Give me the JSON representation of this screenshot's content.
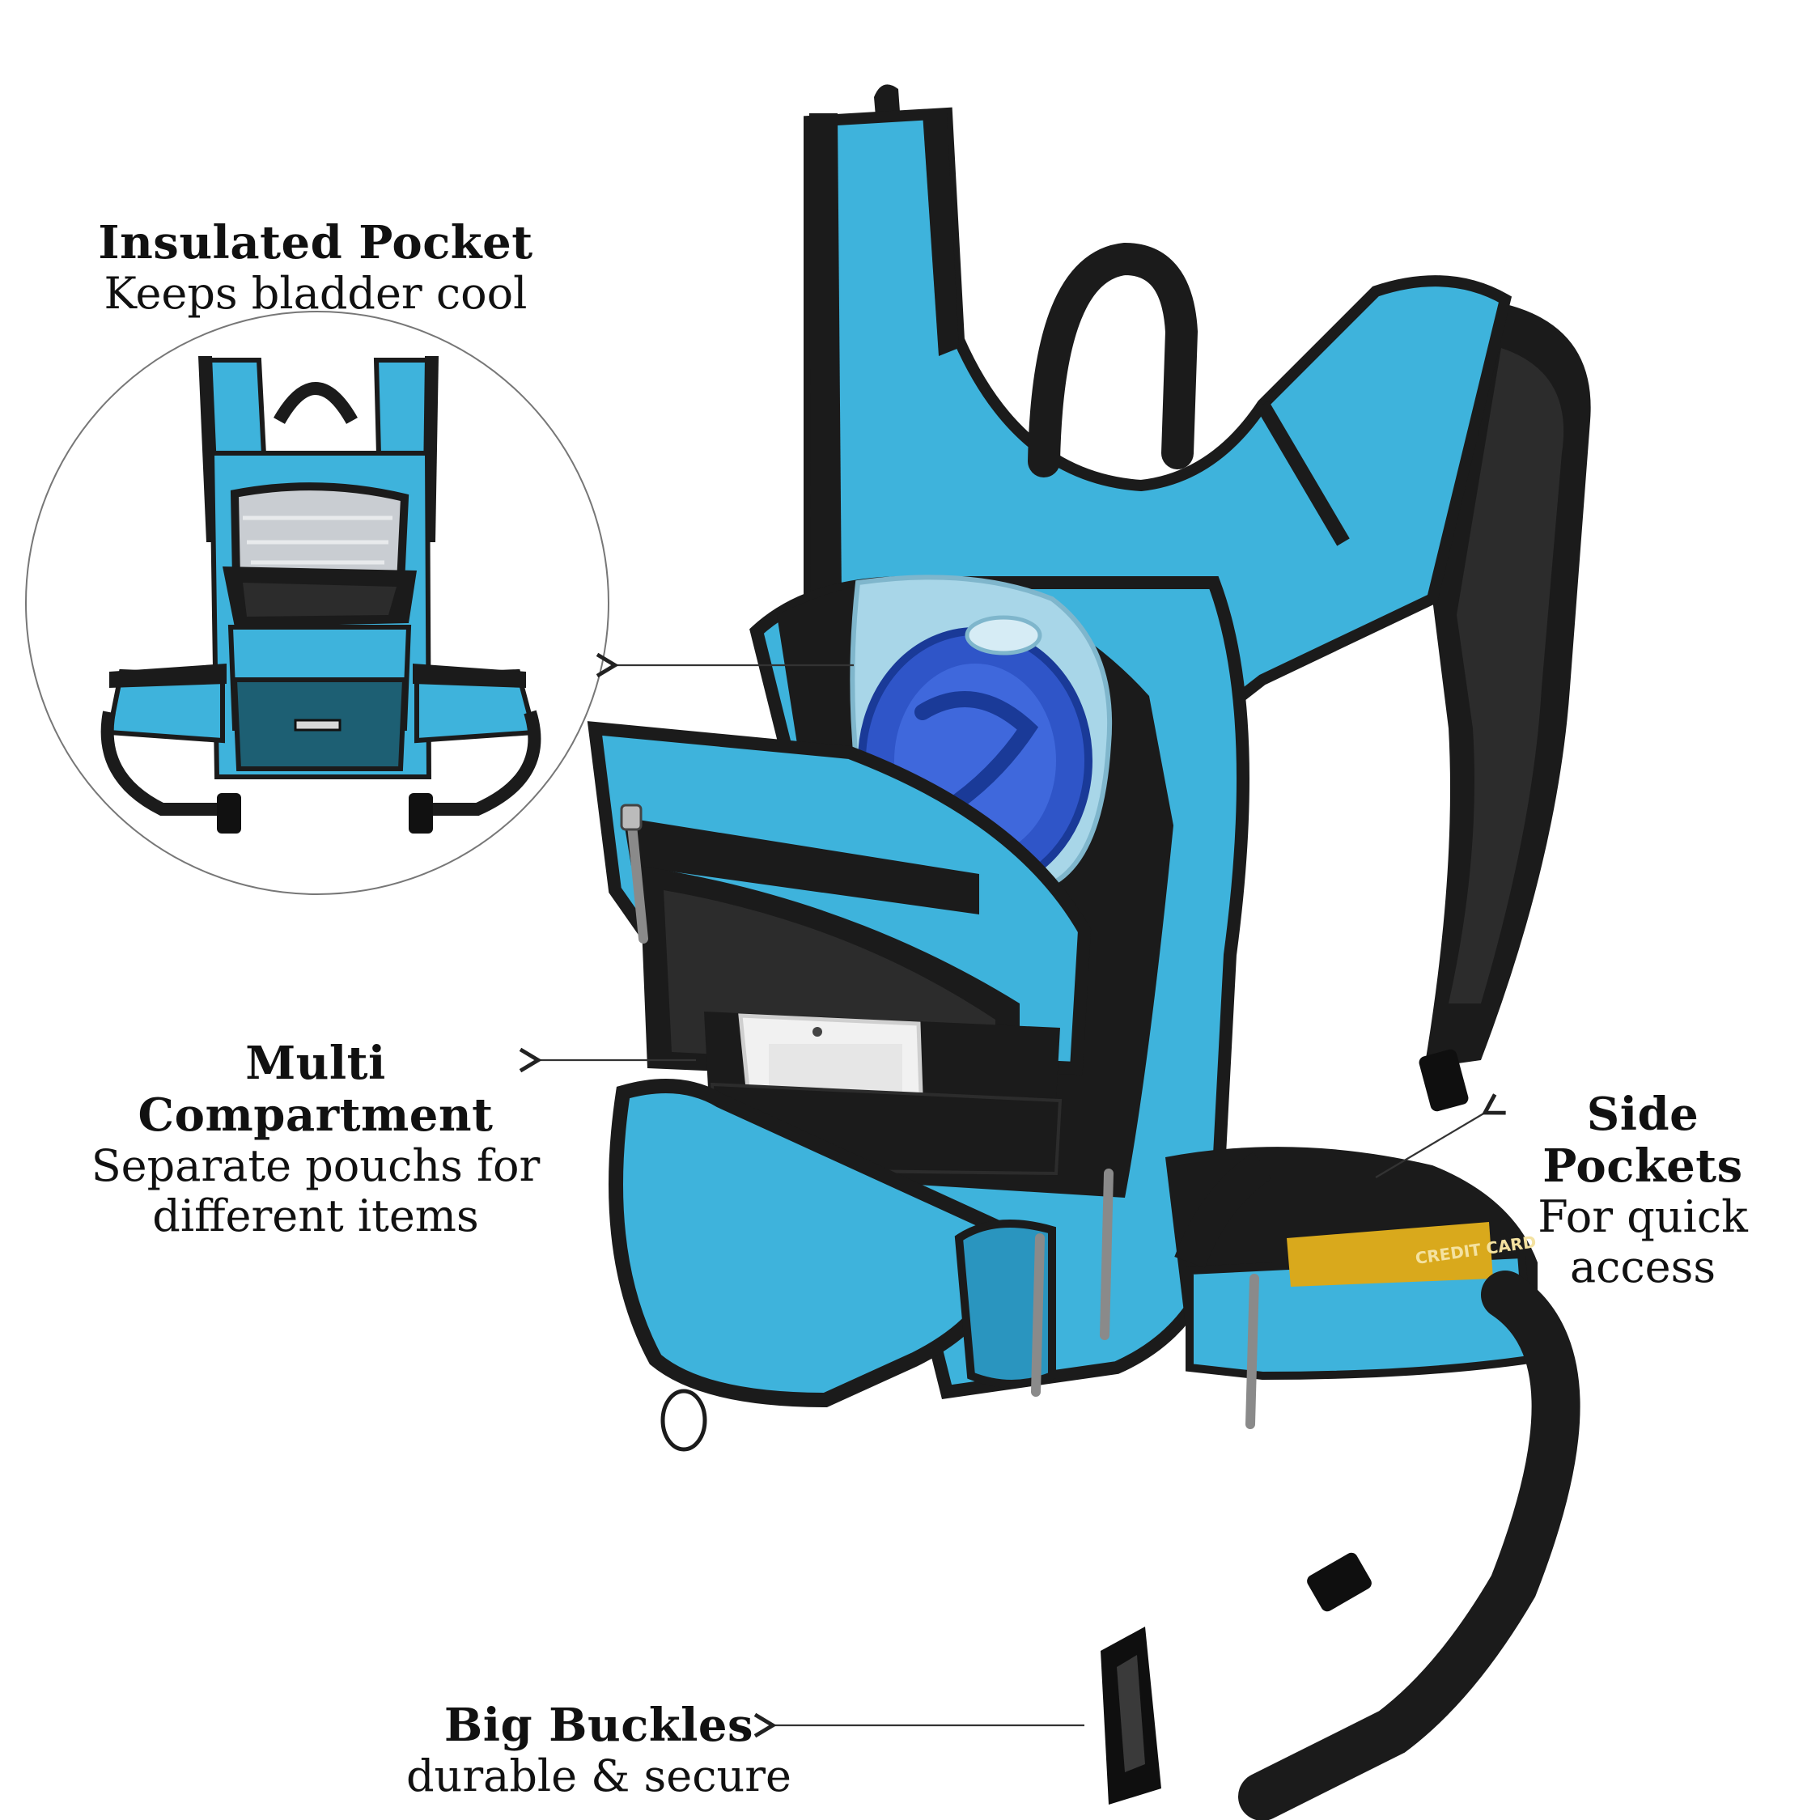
{
  "colors": {
    "bag_blue": "#3eb3dc",
    "bag_blue_dark": "#2a95bf",
    "strap_black": "#1b1b1b",
    "mesh_grey": "#2c2c2c",
    "bladder_blue": "#2f55c8",
    "bladder_clear": "#a8d6e8",
    "card_gold": "#d9a91c",
    "zip_grey": "#8a8a8a",
    "arrow_grey": "#333333"
  },
  "callouts": {
    "insulated": {
      "title": "Insulated Pocket",
      "desc": "Keeps bladder cool"
    },
    "multi": {
      "title": "Multi Compartment",
      "desc_line1": "Separate pouchs for",
      "desc_line2": "different items"
    },
    "side": {
      "title": "Side Pockets",
      "desc_line1": "For quick",
      "desc_line2": "access"
    },
    "buckles": {
      "title": "Big Buckles",
      "desc": "durable & secure"
    }
  },
  "credit_card_text": "CREDIT CARD"
}
